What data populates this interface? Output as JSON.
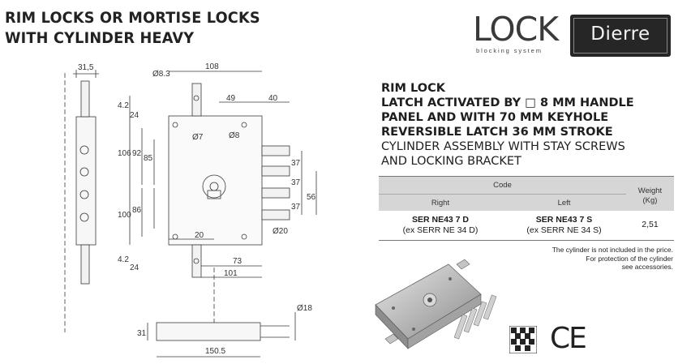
{
  "title": {
    "line1": "RIM LOCKS OR MORTISE LOCKS",
    "line2": "WITH CYLINDER HEAVY"
  },
  "brands": {
    "lock_logo_word": "LOCK",
    "lock_logo_sub": "blocking system",
    "dierre_logo": "Dierre"
  },
  "description": {
    "bold_lines": [
      "RIM LOCK",
      "LATCH ACTIVATED BY □ 8 MM HANDLE",
      "PANEL AND WITH 70 MM KEYHOLE",
      "REVERSIBLE LATCH 36 MM STROKE"
    ],
    "normal_lines": [
      "CYLINDER ASSEMBLY WITH STAY SCREWS",
      "AND LOCKING BRACKET"
    ]
  },
  "spec_table": {
    "code_header": "Code",
    "right_header": "Right",
    "left_header": "Left",
    "weight_header_1": "Weight",
    "weight_header_2": "(Kg)",
    "rows": [
      {
        "right_code": "SER NE43 7 D",
        "right_ex": "(ex SERR NE 34 D)",
        "left_code": "SER NE43 7 S",
        "left_ex": "(ex SERR NE 34 S)",
        "weight": "2,51"
      }
    ]
  },
  "note": {
    "line1": "The cylinder is not included in the price.",
    "line2": "For protection of the cylinder",
    "line3": "see accessories."
  },
  "certification": {
    "ce_mark": "CE",
    "cert_icon": "certification-pattern-icon"
  },
  "drawing_dimensions": {
    "d_31_5": "31,5",
    "d_108": "108",
    "d_phi8_3": "Ø8.3",
    "d_49": "49",
    "d_40": "40",
    "d_4_2_top": "4.2",
    "d_24_top": "24",
    "d_phi7": "Ø7",
    "d_phi8": "Ø8",
    "d_106": "106",
    "d_92": "92",
    "d_85": "85",
    "d_37_a": "37",
    "d_37_b": "37",
    "d_37_c": "37",
    "d_56": "56",
    "d_100": "100",
    "d_86": "86",
    "d_20": "20",
    "d_phi20": "Ø20",
    "d_4_2_bot": "4.2",
    "d_24_bot": "24",
    "d_73": "73",
    "d_101": "101",
    "d_phi18": "Ø18",
    "d_31": "31",
    "d_150_5": "150.5"
  }
}
